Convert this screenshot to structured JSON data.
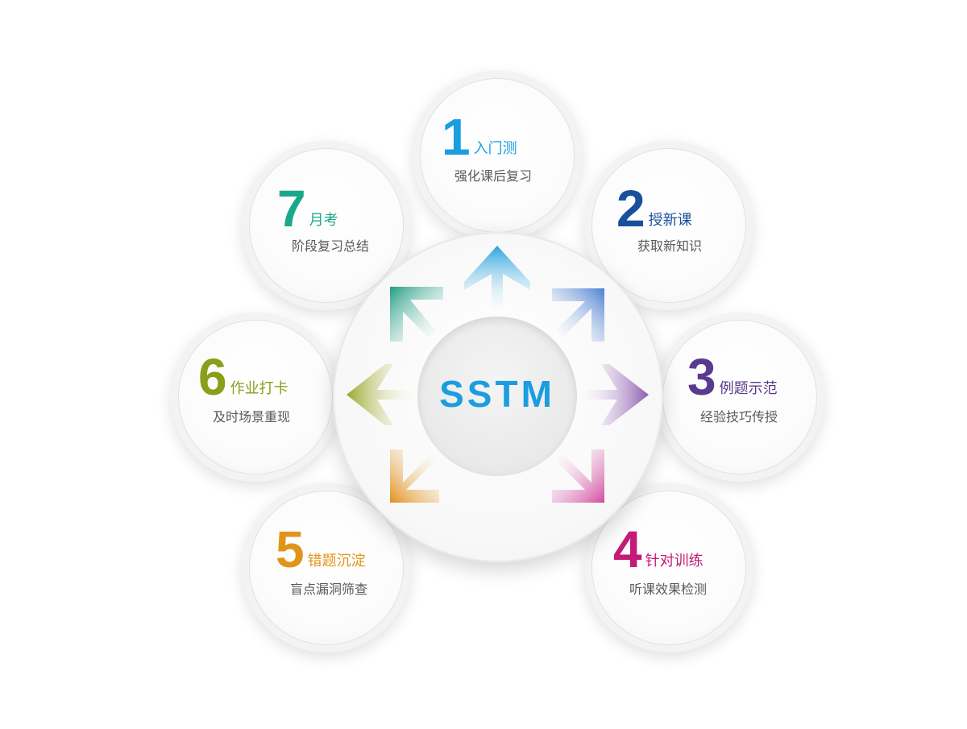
{
  "center": {
    "label": "SSTM",
    "color": "#1a9ee0"
  },
  "steps": [
    {
      "number": "1",
      "title": "入门测",
      "subtitle": "强化课后复习",
      "color": "#1a9ee0"
    },
    {
      "number": "2",
      "title": "授新课",
      "subtitle": "获取新知识",
      "color": "#1a4f9c"
    },
    {
      "number": "3",
      "title": "例题示范",
      "subtitle": "经验技巧传授",
      "color": "#5a3a8e"
    },
    {
      "number": "4",
      "title": "针对训练",
      "subtitle": "听课效果检测",
      "color": "#c41a78"
    },
    {
      "number": "5",
      "title": "错题沉淀",
      "subtitle": "盲点漏洞筛查",
      "color": "#e0951a"
    },
    {
      "number": "6",
      "title": "作业打卡",
      "subtitle": "及时场景重现",
      "color": "#8a9e1a"
    },
    {
      "number": "7",
      "title": "月考",
      "subtitle": "阶段复习总结",
      "color": "#1aa88a"
    }
  ],
  "arrows": [
    {
      "name": "arrow-up-icon",
      "color": "#2aa3dc"
    },
    {
      "name": "arrow-up-right-icon",
      "color": "#4a7fd0"
    },
    {
      "name": "arrow-right-icon",
      "color": "#8d5ab0"
    },
    {
      "name": "arrow-down-right-icon",
      "color": "#d14a9e"
    },
    {
      "name": "arrow-down-left-icon",
      "color": "#e0901a"
    },
    {
      "name": "arrow-left-icon",
      "color": "#9aa82a"
    },
    {
      "name": "arrow-up-left-icon",
      "color": "#1f9c82"
    }
  ]
}
